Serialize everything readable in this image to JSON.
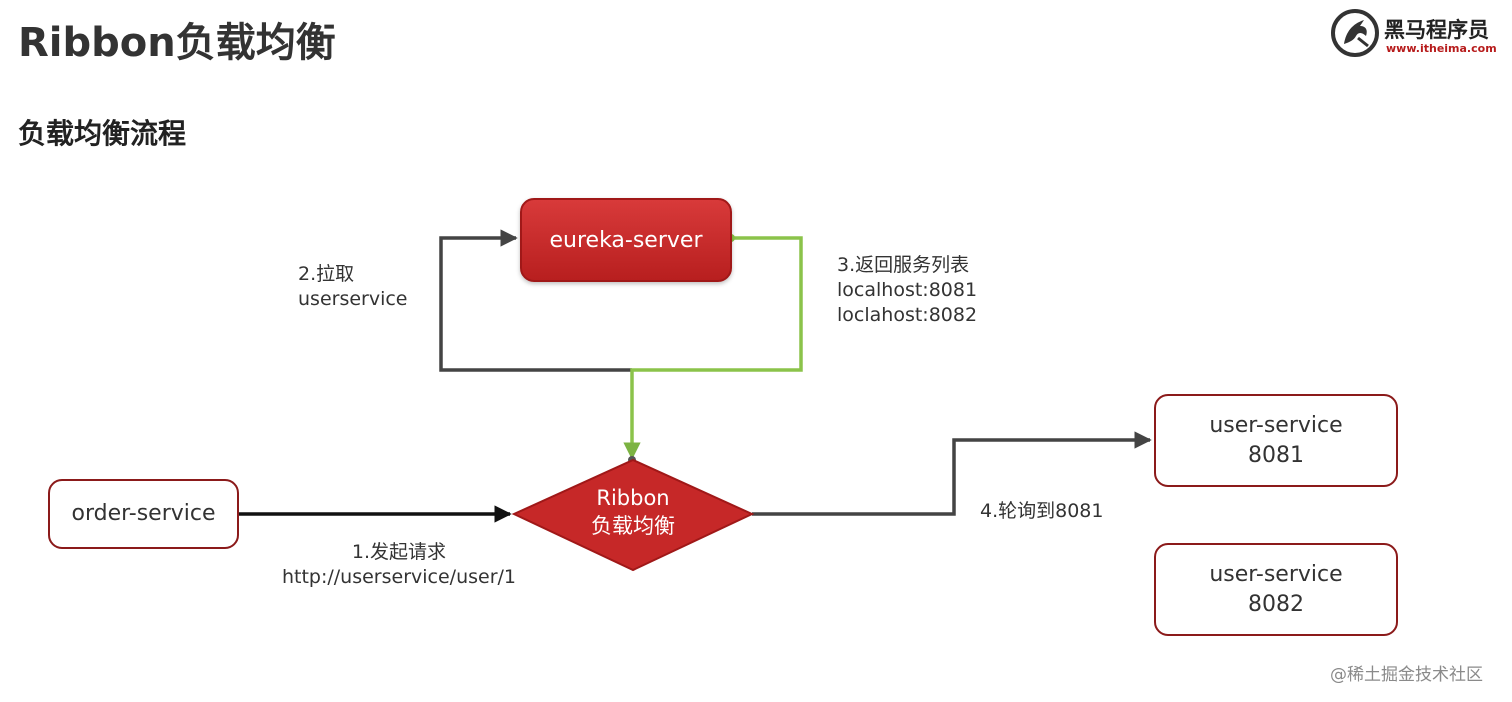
{
  "header": {
    "title": "Ribbon负载均衡",
    "subtitle": "负载均衡流程"
  },
  "logo": {
    "name": "黑马程序员",
    "url": "www.itheima.com"
  },
  "nodes": {
    "eureka_server": "eureka-server",
    "order_service": "order-service",
    "ribbon": {
      "line1": "Ribbon",
      "line2": "负载均衡"
    },
    "user_service_1": {
      "line1": "user-service",
      "line2": "8081"
    },
    "user_service_2": {
      "line1": "user-service",
      "line2": "8082"
    }
  },
  "edges": {
    "step1": {
      "line1": "1.发起请求",
      "line2": "http://userservice/user/1"
    },
    "step2": {
      "line1": "2.拉取",
      "line2": "userservice"
    },
    "step3": {
      "line1": "3.返回服务列表",
      "line2": "localhost:8081",
      "line3": "loclahost:8082"
    },
    "step4": "4.轮询到8081"
  },
  "watermark": "@稀土掘金技术社区",
  "colors": {
    "node_border": "#8b1a1a",
    "node_fill_red": "#c62828",
    "green_line": "#8bc34a",
    "dark_line": "#444444"
  }
}
